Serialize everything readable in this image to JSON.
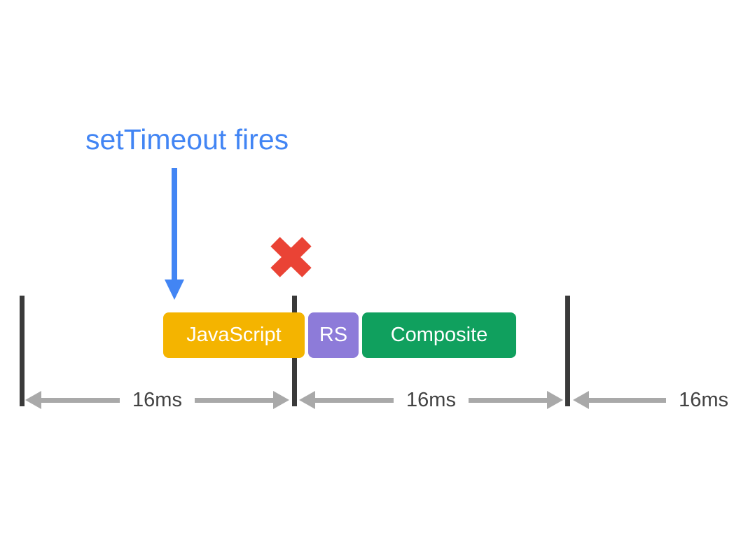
{
  "diagram": {
    "title": "setTimeout fires",
    "tasks": [
      {
        "label": "JavaScript"
      },
      {
        "label": "RS"
      },
      {
        "label": "Composite"
      }
    ],
    "durations": [
      {
        "label": "16ms"
      },
      {
        "label": "16ms"
      },
      {
        "label": "16ms"
      }
    ],
    "colors": {
      "annotation_blue": "#4285F4",
      "cross_red": "#EA4335",
      "javascript_yellow": "#F4B400",
      "rs_purple": "#8D7BD9",
      "composite_green": "#10A05E",
      "arrow_gray": "#A9A9A9",
      "duration_text": "#424242",
      "frame_line": "#3A3A3A"
    }
  }
}
